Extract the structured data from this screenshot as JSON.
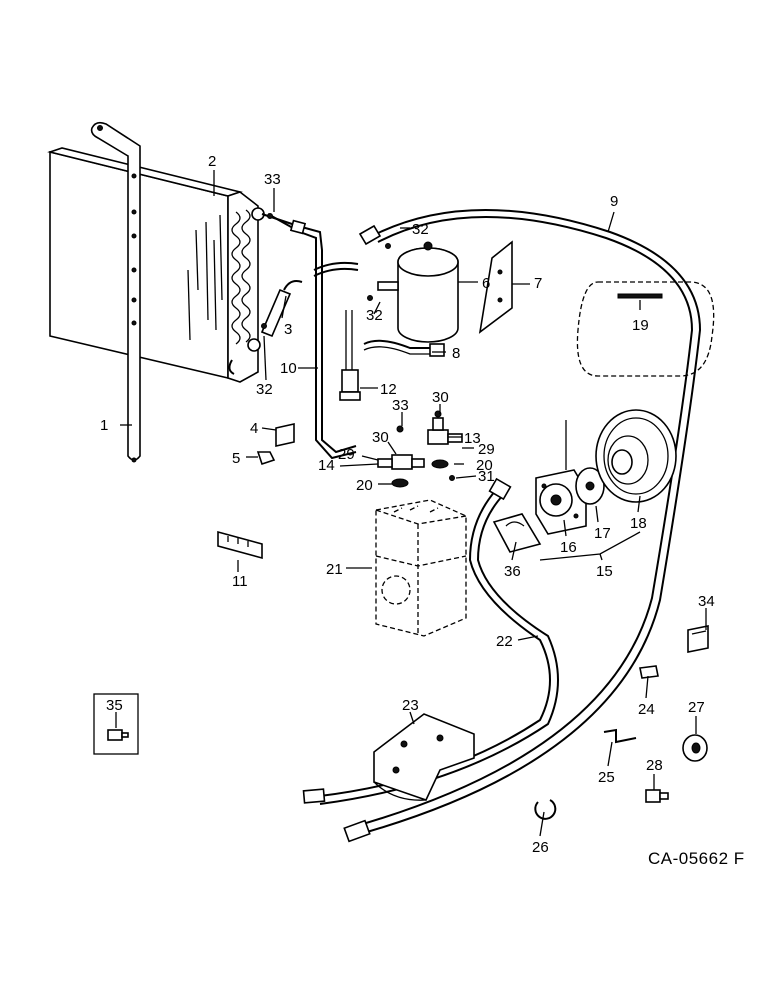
{
  "diagram": {
    "part_labels": {
      "p1": "1",
      "p2": "2",
      "p3": "3",
      "p4": "4",
      "p5": "5",
      "p6": "6",
      "p7": "7",
      "p8": "8",
      "p9": "9",
      "p10": "10",
      "p11": "11",
      "p12": "12",
      "p13": "13",
      "p14": "14",
      "p15": "15",
      "p16": "16",
      "p17": "17",
      "p18": "18",
      "p19": "19",
      "p20a": "20",
      "p20b": "20",
      "p21": "21",
      "p22": "22",
      "p23": "23",
      "p24": "24",
      "p25": "25",
      "p26": "26",
      "p27": "27",
      "p28": "28",
      "p29a": "29",
      "p29b": "29",
      "p30a": "30",
      "p30b": "30",
      "p31": "31",
      "p32a": "32",
      "p32b": "32",
      "p32c": "32",
      "p33a": "33",
      "p33b": "33",
      "p34": "34",
      "p35": "35",
      "p36": "36"
    },
    "drawing_code": "CA-05662 F"
  }
}
